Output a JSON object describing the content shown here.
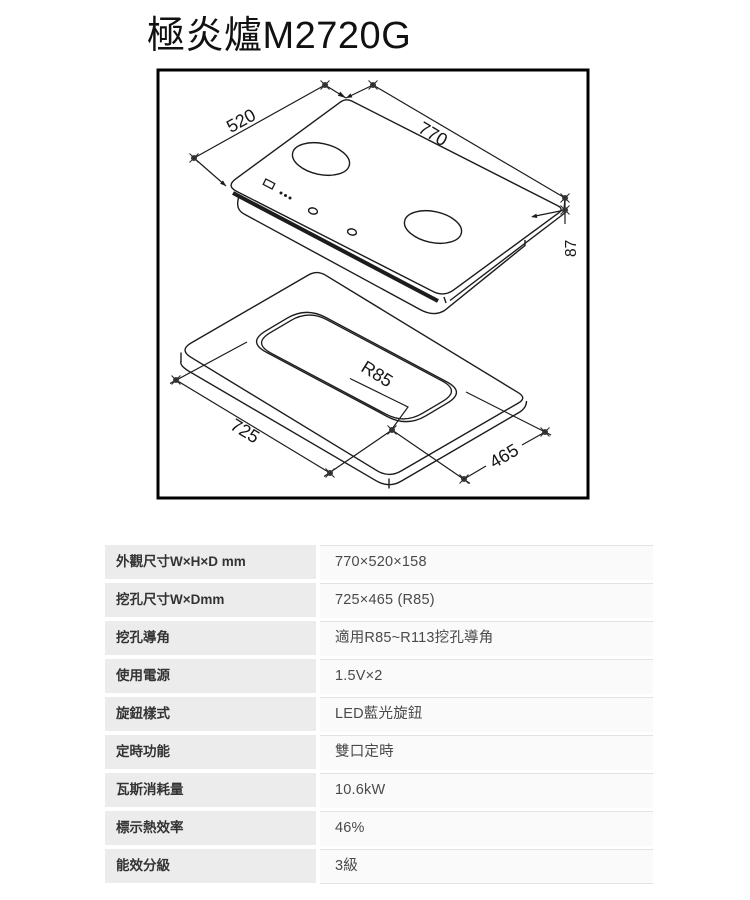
{
  "page": {
    "title": "極炎爐M2720G"
  },
  "diagram": {
    "top_unit": {
      "depth_label": "520",
      "width_label": "770",
      "height_label": "87"
    },
    "cutout": {
      "width_label": "725",
      "depth_label": "465",
      "radius_label": "R85"
    }
  },
  "table": {
    "rows": [
      {
        "label": "外觀尺寸W×H×D mm",
        "value": "770×520×158"
      },
      {
        "label": "挖孔尺寸W×Dmm",
        "value": "725×465 (R85)"
      },
      {
        "label": "挖孔導角",
        "value": "適用R85~R113挖孔導角"
      },
      {
        "label": "使用電源",
        "value": "1.5V×2"
      },
      {
        "label": "旋鈕樣式",
        "value": "LED藍光旋鈕"
      },
      {
        "label": "定時功能",
        "value": "雙口定時"
      },
      {
        "label": "瓦斯消耗量",
        "value": "10.6kW"
      },
      {
        "label": "標示熱效率",
        "value": "46%"
      },
      {
        "label": "能效分級",
        "value": "3級"
      }
    ]
  },
  "colors": {
    "line": "#1c1c1c",
    "label_cell_bg": "#ececec",
    "value_cell_bg": "#fafafa",
    "separator": "#e2e2e2",
    "text_dark": "#333333",
    "text_value": "#4a4a4a"
  }
}
